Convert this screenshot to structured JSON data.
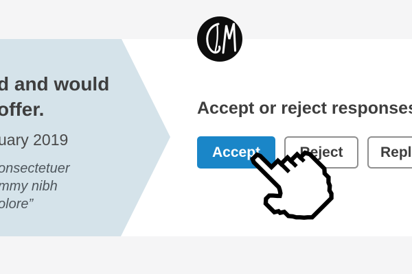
{
  "colors": {
    "band_gray": "#f5f5f6",
    "arrow_blue": "#d5e3ea",
    "accent_blue": "#1a86c8",
    "text_dark": "#3e3e3e"
  },
  "logo": {
    "name": "gm-logo",
    "letters": "GM"
  },
  "arrow_panel": {
    "headline_line1": "d and would",
    "headline_line2": "offer.",
    "date_fragment": "uary 2019",
    "quote_line1": "onsectetuer",
    "quote_line2": "mmy nibh",
    "quote_line3": "olore”"
  },
  "main": {
    "heading": "Accept or reject responses",
    "buttons": [
      {
        "label": "Accept",
        "style": "primary"
      },
      {
        "label": "Reject",
        "style": "outline"
      },
      {
        "label": "Reply",
        "style": "outline"
      }
    ]
  },
  "cursor": {
    "name": "hand-pointer-cursor"
  }
}
